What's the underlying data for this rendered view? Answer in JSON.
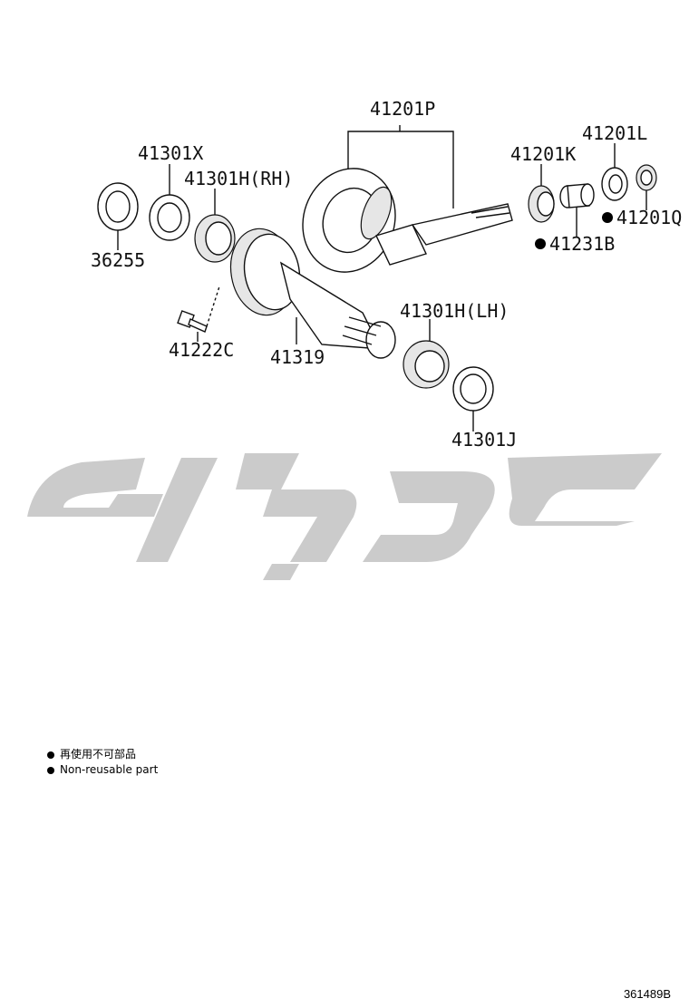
{
  "parts": {
    "p41201P": "41201P",
    "p41301X": "41301X",
    "p41301H_RH": "41301H(RH)",
    "p41201K": "41201K",
    "p41201L": "41201L",
    "p41201Q": "41201Q",
    "p41231B": "41231B",
    "p36255": "36255",
    "p41222C": "41222C",
    "p41319": "41319",
    "p41301H_LH": "41301H(LH)",
    "p41301J": "41301J"
  },
  "legend": {
    "zh": "再使用不可部品",
    "en": "Non-reusable part"
  },
  "reference": "361489B",
  "watermark_color": "#c9c9c9"
}
